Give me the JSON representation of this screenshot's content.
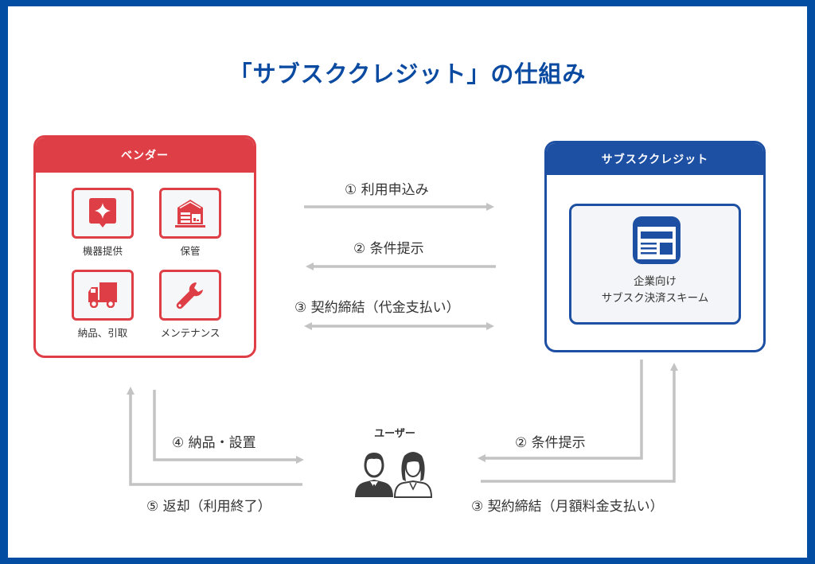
{
  "title": "「サブスククレジット」の仕組み",
  "colors": {
    "frame": "#034ea2",
    "title": "#0a4aa0",
    "vendor_accent": "#de3f46",
    "sub_accent": "#1d4fa3",
    "arrow": "#c3c3c3",
    "text": "#333333"
  },
  "vendor": {
    "heading": "ベンダー",
    "services": [
      {
        "label": "機器提供",
        "icon": "sparkle-badge-icon"
      },
      {
        "label": "保管",
        "icon": "warehouse-icon"
      },
      {
        "label": "納品、引取",
        "icon": "truck-icon"
      },
      {
        "label": "メンテナンス",
        "icon": "wrench-icon"
      }
    ]
  },
  "subscredit": {
    "heading": "サブスククレジット",
    "scheme_line1": "企業向け",
    "scheme_line2": "サブスク決済スキーム",
    "icon": "browser-window-icon"
  },
  "user": {
    "label": "ユーザー",
    "icon": "business-people-icon"
  },
  "flows": {
    "vendor_sub": [
      {
        "label": "① 利用申込み",
        "direction": "right"
      },
      {
        "label": "② 条件提示",
        "direction": "left"
      },
      {
        "label": "③ 契約締結（代金支払い）",
        "direction": "both"
      }
    ],
    "vendor_user": [
      {
        "label": "④ 納品・設置",
        "direction": "to-user"
      },
      {
        "label": "⑤ 返却（利用終了）",
        "direction": "to-vendor"
      }
    ],
    "sub_user": [
      {
        "label": "② 条件提示",
        "direction": "to-user"
      },
      {
        "label": "③ 契約締結（月額料金支払い）",
        "direction": "to-sub"
      }
    ]
  }
}
